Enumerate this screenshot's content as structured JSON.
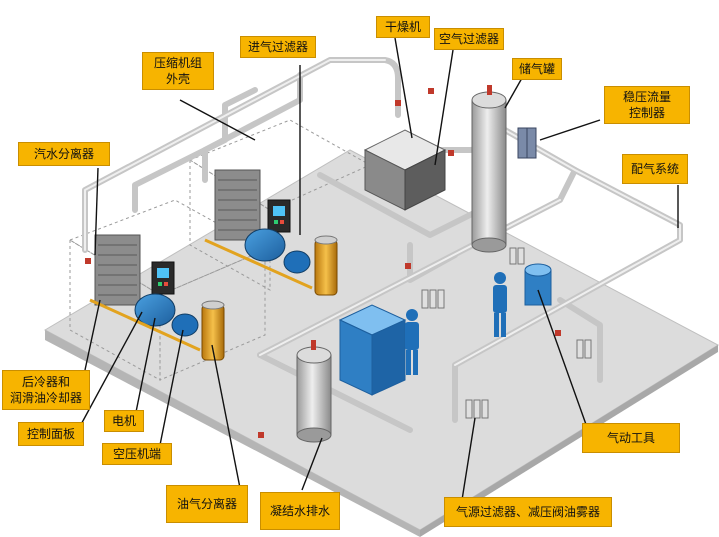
{
  "labels": {
    "compressor_housing": "压缩机组\n外壳",
    "intake_filter": "进气过滤器",
    "dryer": "干燥机",
    "air_filter": "空气过滤器",
    "air_tank": "储气罐",
    "flow_controller": "稳压流量\n控制器",
    "distribution": "配气系统",
    "water_separator": "汽水分离器",
    "aftercooler": "后冷器和\n润滑油冷却器",
    "control_panel": "控制面板",
    "motor": "电机",
    "airend": "空压机端",
    "oil_separator": "油气分离器",
    "condensate_drain": "凝结水排水",
    "pneumatic_tools": "气动工具",
    "point_of_use_filters": "气源过滤器、减压阀油雾器"
  },
  "colors": {
    "callout_fill": "#f7b400",
    "floor": "#dcdcdc",
    "pipe": "#c6c6c6",
    "machine_blue": "#2f7fc4",
    "motor_blue": "#1f6fb8",
    "oil_amber": "#e8a020",
    "valve_red": "#c0392b"
  }
}
